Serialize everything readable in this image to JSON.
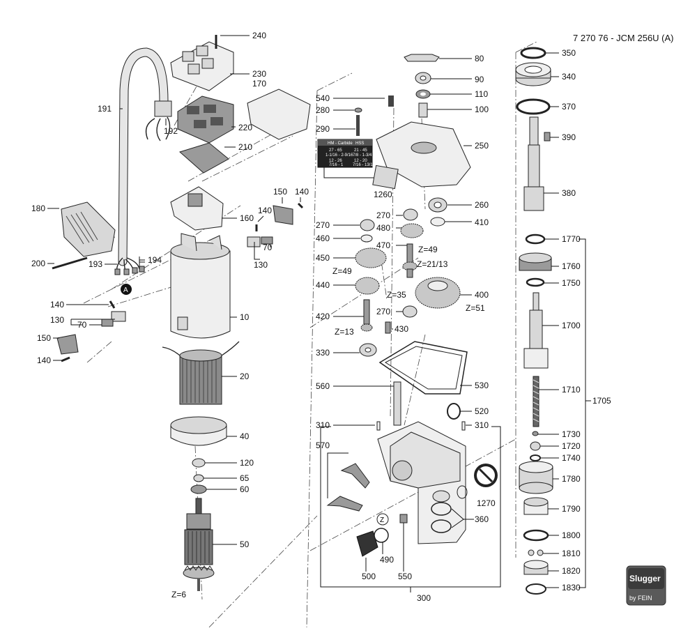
{
  "header": {
    "title": "7 270 76 - JCM 256U (A)"
  },
  "gear_notes": {
    "z49_a": "Z=49",
    "z49_b": "Z=49",
    "z21": "Z=21/13",
    "z35": "Z=35",
    "z51": "Z=51",
    "z13": "Z=13",
    "z6": "Z=6"
  },
  "markers": {
    "a": "A",
    "z": "Z"
  },
  "speed_table": {
    "headers": [
      "HM - Carbide",
      "HSS"
    ],
    "rows": [
      {
        "hm": "27 - 65",
        "hm_sub": "1-1/16 - 2-9/16",
        "hss": "21 - 45",
        "hss_sub": "7/8 - 1-3/4"
      },
      {
        "hm": "12 - 26",
        "hm_sub": "7/16 - 1",
        "hss": "12 - 20",
        "hss_sub": "7/16 - 13/16"
      }
    ]
  },
  "logo": {
    "brand": "Slugger",
    "sub": "by FEIN"
  },
  "parts": [
    "10",
    "20",
    "40",
    "50",
    "60",
    "65",
    "70",
    "80",
    "90",
    "100",
    "110",
    "120",
    "130",
    "140",
    "150",
    "160",
    "170",
    "180",
    "191",
    "192",
    "193",
    "194",
    "200",
    "210",
    "220",
    "230",
    "240",
    "250",
    "260",
    "270",
    "280",
    "290",
    "300",
    "310",
    "330",
    "340",
    "350",
    "360",
    "370",
    "380",
    "390",
    "400",
    "410",
    "420",
    "430",
    "440",
    "450",
    "460",
    "470",
    "480",
    "490",
    "500",
    "520",
    "530",
    "540",
    "550",
    "560",
    "570",
    "1260",
    "1270",
    "1700",
    "1705",
    "1710",
    "1720",
    "1730",
    "1740",
    "1750",
    "1760",
    "1770",
    "1780",
    "1790",
    "1800",
    "1810",
    "1820",
    "1830"
  ]
}
